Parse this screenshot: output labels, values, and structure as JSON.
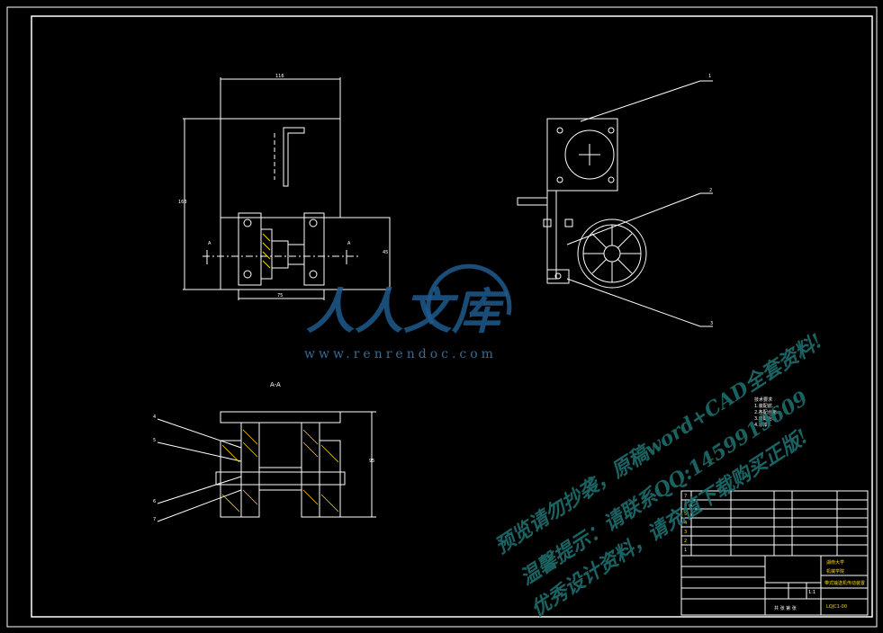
{
  "drawing": {
    "section_label": "A-A",
    "section_mark": "A",
    "top_view_label": "A",
    "dim_width_label": "116",
    "dim_bottom_label": "75",
    "dim_height_label": "163",
    "dim_side_label": "45",
    "dim_section_label": "95",
    "callouts_top": [
      "1",
      "2",
      "3"
    ],
    "callouts_section": [
      "4",
      "5",
      "6",
      "7"
    ]
  },
  "tech_notes": {
    "title": "技术要求",
    "lines": [
      "1.装配前...",
      "2.各配合面...",
      "3.装配后...",
      "4.涂漆..."
    ]
  },
  "title_block": {
    "school": "湖南大学",
    "dept": "机械学院",
    "drawing_name": "带式输送机传动装置",
    "drawing_no": "LQJC1-00",
    "scale": "1:1",
    "sheet": "共 张 第 张",
    "parts_rows": [
      "7",
      "6",
      "5",
      "4",
      "3",
      "2",
      "1"
    ]
  },
  "watermark": {
    "logo_text": "人人文库",
    "url": "www.renrendoc.com",
    "line1": "预览请勿抄袭，原稿word+CAD全套资料!",
    "line2": "温馨提示：请联系QQ:1459919609",
    "line3": "优秀设计资料，请充值下载购买正版!"
  }
}
